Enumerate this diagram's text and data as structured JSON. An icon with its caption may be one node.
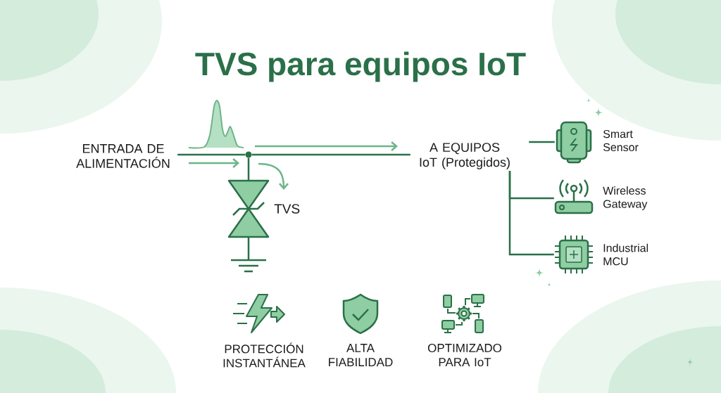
{
  "diagram": {
    "title": "TVS para equipos IoT",
    "nodes": [
      {
        "text": [
          "ENTRADA DE ALIMENTACIÓN"
        ]
      },
      {
        "text": [],
        "shape": "circle"
      },
      {
        "text": [],
        "shape": "picture",
        "beside": [
          "TVS"
        ]
      },
      {
        "text": [
          "A EQUIPOS IoT (Protegidos)"
        ]
      },
      {
        "text": [],
        "shape": "picture",
        "beside": [
          "Smart Sensor"
        ]
      },
      {
        "text": [],
        "shape": "picture",
        "beside": [
          "Wireless Gateway"
        ]
      },
      {
        "text": [],
        "shape": "picture",
        "beside": [
          "Industrial MCU"
        ]
      }
    ],
    "edges": [
      {
        "from": 0,
        "to": 1,
        "arrow": "none"
      },
      {
        "from": 1,
        "to": 3,
        "arrow": "none"
      },
      {
        "from": 1,
        "to": 2,
        "arrow": "none"
      },
      {
        "from": 3,
        "to": 4,
        "arrow": "none"
      },
      {
        "from": 3,
        "to": 5,
        "arrow": "none"
      },
      {
        "from": 3,
        "to": 6,
        "arrow": "none"
      }
    ],
    "labels": [
      "PROTECCIÓN INSTANTÁNEA",
      "ALTA FIABILIDAD",
      "OPTIMIZADO PARA IoT"
    ]
  }
}
